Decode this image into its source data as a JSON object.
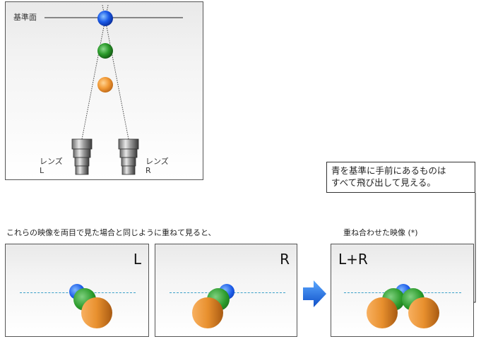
{
  "top_diagram": {
    "reference_plane_label": "基準面",
    "lens_left": {
      "label_line1": "レンズ",
      "label_line2": "L"
    },
    "lens_right": {
      "label_line1": "レンズ",
      "label_line2": "R"
    }
  },
  "callout": {
    "line1": "青を基準に手前にあるものは",
    "line2": "すべて飛び出して見える。"
  },
  "captions": {
    "left": "これらの映像を両目で見た場合と同じように重ねて見ると、",
    "right": "重ね合わせた映像 (*)"
  },
  "panels": {
    "left_label": "L",
    "right_label": "R",
    "combined_label": "L+R"
  },
  "colors": {
    "blue_ball": "#1a5ae8",
    "green_ball": "#2a9a2a",
    "orange_ball": "#f29a36",
    "dashed_line": "#3aa0c8",
    "arrow": "#1f6fe0"
  }
}
